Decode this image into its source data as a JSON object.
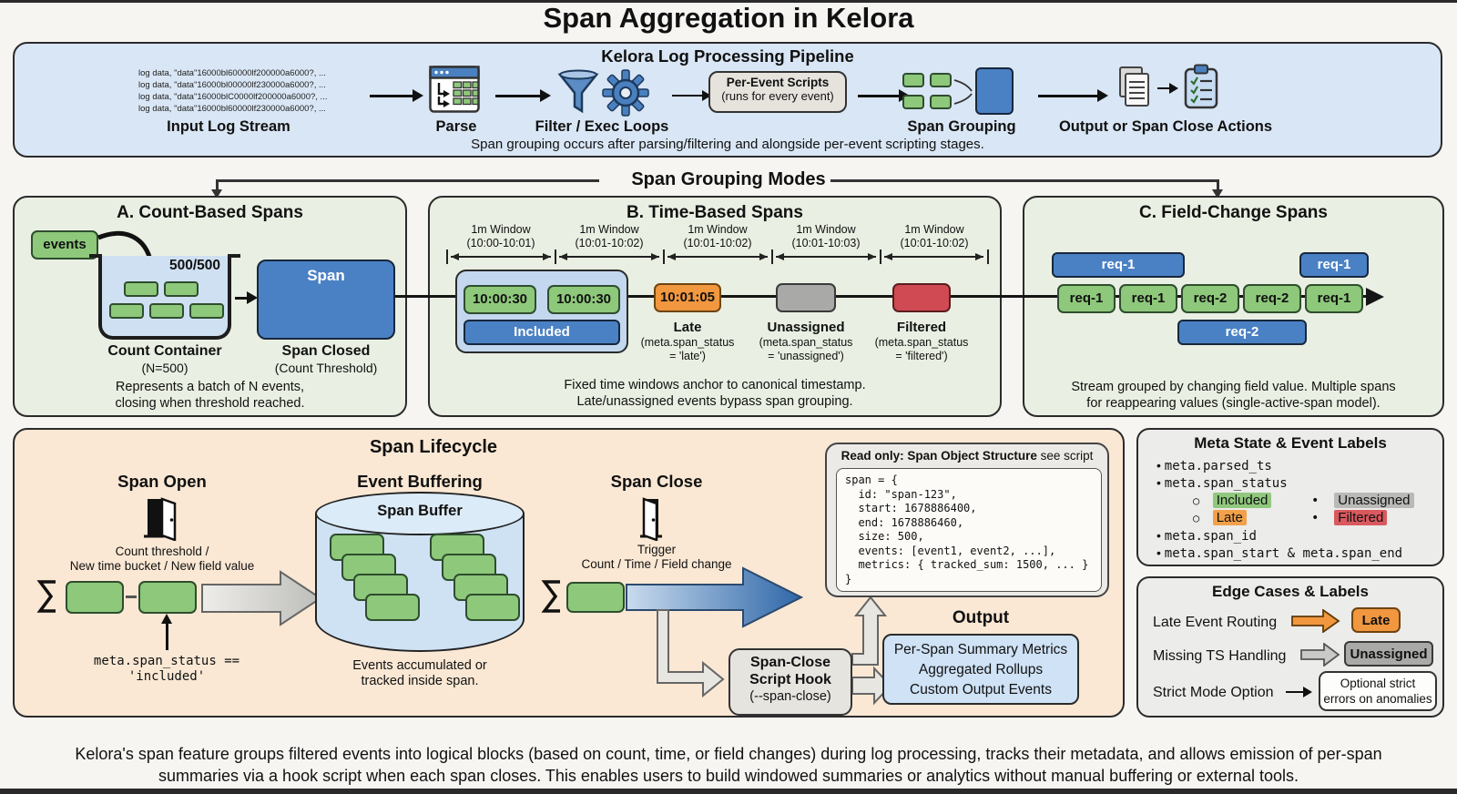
{
  "page": {
    "title": "Span Aggregation in Kelora",
    "footer_line1": "Kelora's span feature groups filtered events into logical blocks (based on count, time, or field changes) during log processing, tracks their metadata, and allows emission of per-span",
    "footer_line2": "summaries via a hook script when each span closes. This enables users to build windowed summaries or analytics without manual buffering or external tools."
  },
  "colors": {
    "included_green": "#8ec87b",
    "late_orange": "#f0973f",
    "unassigned_gray": "#a9a9a7",
    "filtered_red": "#cf4a52",
    "span_blue": "#4a81c4"
  },
  "pipeline": {
    "title": "Kelora Log Processing Pipeline",
    "log_lines": [
      "log data, \"data\"16000bl60000lf200000a6000?, ...",
      "log data, \"data\"16000bl00000lf230000a6000?, ...",
      "log data, \"data\"16000blC0000lf200000a6000?, ...",
      "log data, \"data\"16000bl60000lf230000a6000?, ..."
    ],
    "input_label": "Input Log Stream",
    "parse_label": "Parse",
    "filter_label": "Filter / Exec Loops",
    "per_event_line1": "Per-Event Scripts",
    "per_event_line2": "(runs for every event)",
    "grouping_label": "Span Grouping",
    "output_label": "Output or Span Close Actions",
    "caption": "Span grouping occurs after parsing/filtering and alongside per-event scripting stages."
  },
  "modes_header": "Span Grouping Modes",
  "mode_a": {
    "title": "A. Count-Based Spans",
    "events_label": "events",
    "counter": "500/500",
    "container_label": "Count Container",
    "container_sub": "(N=500)",
    "span_label": "Span",
    "closed_label": "Span Closed",
    "closed_sub": "(Count Threshold)",
    "caption_line1": "Represents a batch of N events,",
    "caption_line2": "closing when threshold reached."
  },
  "mode_b": {
    "title": "B. Time-Based Spans",
    "windows": [
      {
        "label": "1m Window",
        "range": "(10:00-10:01)"
      },
      {
        "label": "1m Window",
        "range": "(10:01-10:02)"
      },
      {
        "label": "1m Window",
        "range": "(10:01-10:02)"
      },
      {
        "label": "1m Window",
        "range": "(10:01-10:03)"
      },
      {
        "label": "1m Window",
        "range": "(10:01-10:02)"
      }
    ],
    "included_events": [
      "10:00:30",
      "10:00:30"
    ],
    "included_label": "Included",
    "late_event": "10:01:05",
    "late_title": "Late",
    "late_meta1": "(meta.span_status",
    "late_meta2": "= 'late')",
    "unassigned_title": "Unassigned",
    "unassigned_meta1": "(meta.span_status",
    "unassigned_meta2": "= 'unassigned')",
    "filtered_title": "Filtered",
    "filtered_meta1": "(meta.span_status",
    "filtered_meta2": "= 'filtered')",
    "caption_line1": "Fixed time windows anchor to canonical timestamp.",
    "caption_line2": "Late/unassigned events bypass span grouping."
  },
  "mode_c": {
    "title": "C. Field-Change Spans",
    "events": [
      "req-1",
      "req-1",
      "req-2",
      "req-2",
      "req-1"
    ],
    "span_top_left": "req-1",
    "span_top_right": "req-1",
    "span_bottom": "req-2",
    "caption_line1": "Stream grouped by changing field value. Multiple spans",
    "caption_line2": "for reappearing values (single-active-span model)."
  },
  "lifecycle": {
    "title": "Span Lifecycle",
    "open": {
      "title": "Span Open",
      "trigger_line1": "Count threshold /",
      "trigger_line2": "New time bucket / New field value",
      "meta_line1": "meta.span_status ==",
      "meta_line2": "'included'"
    },
    "buffering": {
      "title": "Event Buffering",
      "buffer_label": "Span Buffer",
      "caption_line1": "Events accumulated or",
      "caption_line2": "tracked inside span."
    },
    "close": {
      "title": "Span Close",
      "trigger_line1": "Trigger",
      "trigger_line2": "Count / Time / Field change",
      "hook_line1": "Span-Close",
      "hook_line2": "Script Hook",
      "hook_line3": "(--span-close)"
    },
    "span_object": {
      "title_bold": "Read only: Span Object Structure",
      "title_rest": " see script",
      "code_lines": [
        "span = {",
        "  id: \"span-123\",",
        "  start: 1678886400,",
        "  end: 1678886460,",
        "  size: 500,",
        "  events: [event1, event2, ...],",
        "  metrics: { tracked_sum: 1500, ... }",
        "}"
      ]
    },
    "output": {
      "title": "Output",
      "lines": [
        "Per-Span Summary Metrics",
        "Aggregated Rollups",
        "Custom Output Events"
      ]
    }
  },
  "meta_panel": {
    "title": "Meta State & Event Labels",
    "item1": "meta.parsed_ts",
    "item2": "meta.span_status",
    "status_included": "Included",
    "status_unassigned": "Unassigned",
    "status_late": "Late",
    "status_filtered": "Filtered",
    "item3": "meta.span_id",
    "item4": "meta.span_start & meta.span_end"
  },
  "edge_panel": {
    "title": "Edge Cases & Labels",
    "row1_label": "Late Event Routing",
    "row1_value": "Late",
    "row2_label": "Missing TS Handling",
    "row2_value": "Unassigned",
    "row3_label": "Strict Mode Option",
    "row3_value_line1": "Optional strict",
    "row3_value_line2": "errors on anomalies"
  }
}
